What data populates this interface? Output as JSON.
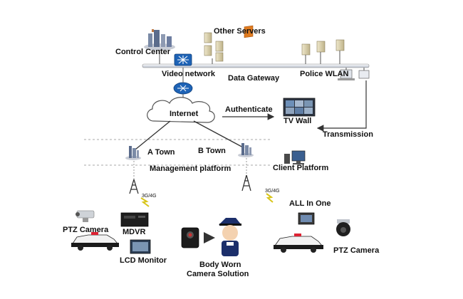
{
  "labels": {
    "other_servers": "Other Servers",
    "control_center": "Control Center",
    "video_network": "Video network",
    "data_gateway": "Data Gateway",
    "police_wlan": "Police WLAN",
    "internet": "Internet",
    "authenticate": "Authenticate",
    "tv_wall": "TV Wall",
    "transmission": "Transmission",
    "a_town": "A Town",
    "b_town": "B Town",
    "management_platform": "Management platform",
    "client_platform": "Client Platform",
    "link_left": "3G/4G",
    "link_right": "3G/4G",
    "all_in_one": "ALL In One",
    "ptz_camera_left": "PTZ Camera",
    "mdvr": "MDVR",
    "lcd_monitor": "LCD Monitor",
    "body_worn_line1": "Body Worn",
    "body_worn_line2": "Camera Solution",
    "ptz_camera_right": "PTZ Camera"
  },
  "colors": {
    "line": "#3a3a3a",
    "router": "#1e63b6",
    "gateway": "#e07b1f",
    "server": "#d8cfae",
    "cloud": "#ffffff",
    "police_car": "#1a1a1a",
    "officer_uniform": "#1c2f6b"
  }
}
